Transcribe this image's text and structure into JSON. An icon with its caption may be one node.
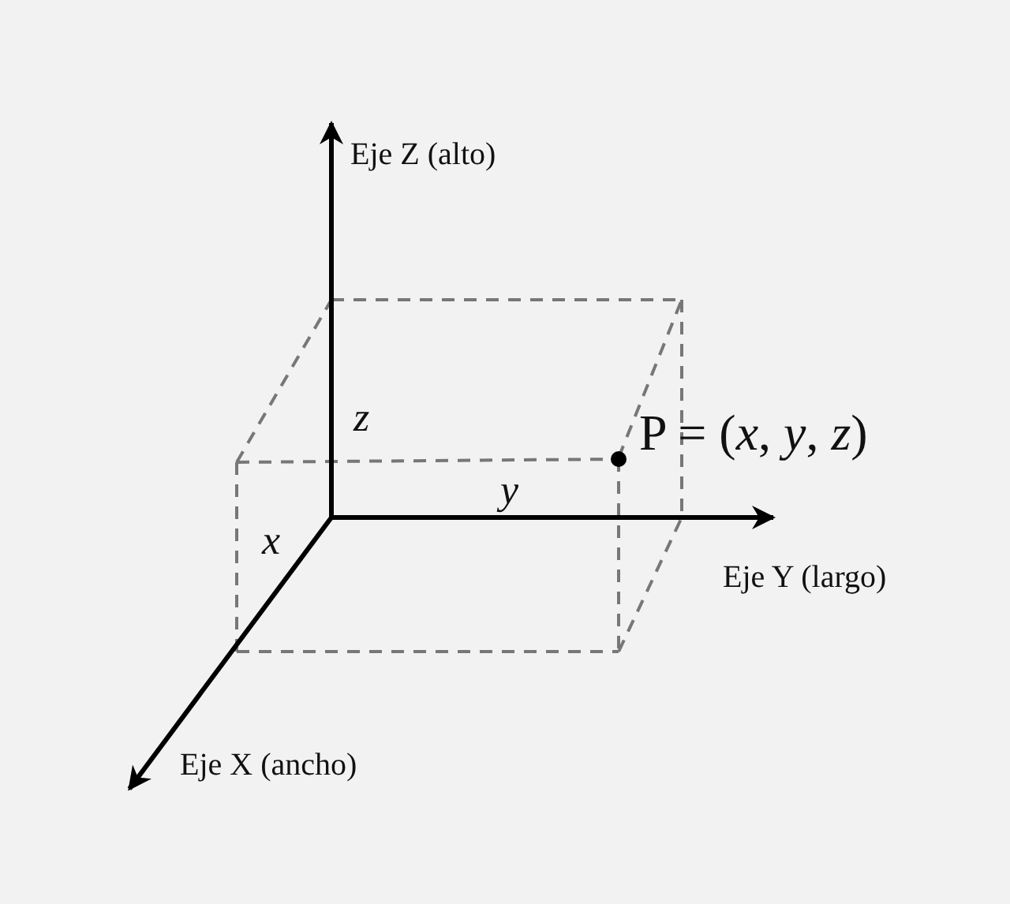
{
  "diagram": {
    "labels": [
      "Eje Z (alto)",
      "z",
      "P = (*x*, *y*, *z*)",
      "y",
      "x",
      "Eje Y (largo)",
      "Eje X (ancho)"
    ]
  }
}
